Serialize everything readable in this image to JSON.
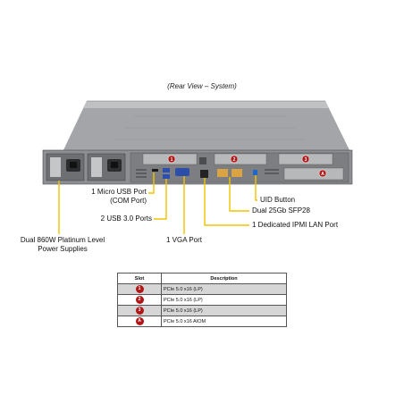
{
  "caption": "(Rear View – System)",
  "callouts": {
    "micro_usb": [
      "1 Micro USB Port",
      "(COM Port)"
    ],
    "usb3": "2 USB 3.0 Ports",
    "vga": "1 VGA Port",
    "psu": [
      "Dual 860W Platinum Level",
      "Power Supplies"
    ],
    "uid": "UID Button",
    "sfp": "Dual 25Gb SFP28",
    "ipmi": "1 Dedicated IPMI LAN Port"
  },
  "slot_badges": [
    "1",
    "2",
    "3",
    "A"
  ],
  "table": {
    "headers": [
      "Slot",
      "Description"
    ],
    "rows": [
      {
        "slot": "1",
        "description": "PCIe 5.0 x16 (LP)"
      },
      {
        "slot": "2",
        "description": "PCIe 5.0 x16 (LP)"
      },
      {
        "slot": "3",
        "description": "PCIe 5.0 x16 (LP)"
      },
      {
        "slot": "A",
        "description": "PCIe 5.0 x16 AIOM"
      }
    ]
  },
  "colors": {
    "callout_line": "#f3c300",
    "badge": "#b01818",
    "chassis": "#8d8f92",
    "chassis_dark": "#5e6063"
  }
}
